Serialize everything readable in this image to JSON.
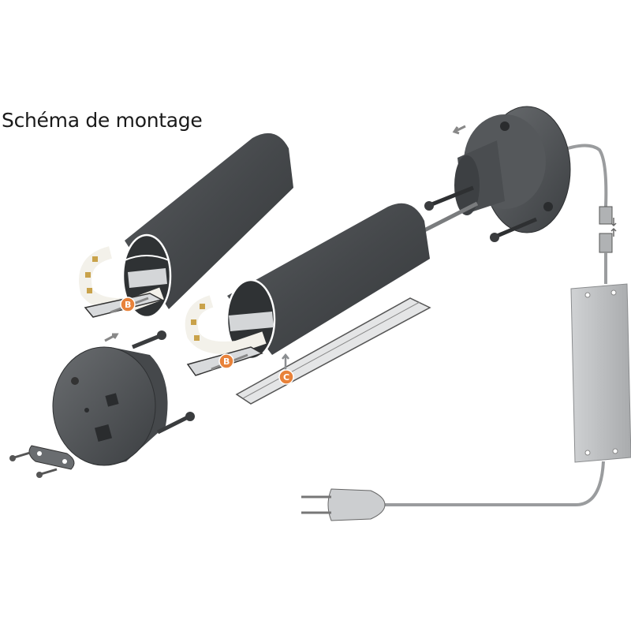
{
  "title": "Schéma de montage",
  "labels": {
    "strip_1": "B",
    "strip_2": "B",
    "diffuser": "C"
  },
  "colors": {
    "profile": "#4a4d50",
    "label_badge": "#e8823a",
    "arrow": "#8a8d90",
    "cable": "#a8aaac",
    "driver": "#bdbfc1",
    "led": "#c9a24a"
  }
}
